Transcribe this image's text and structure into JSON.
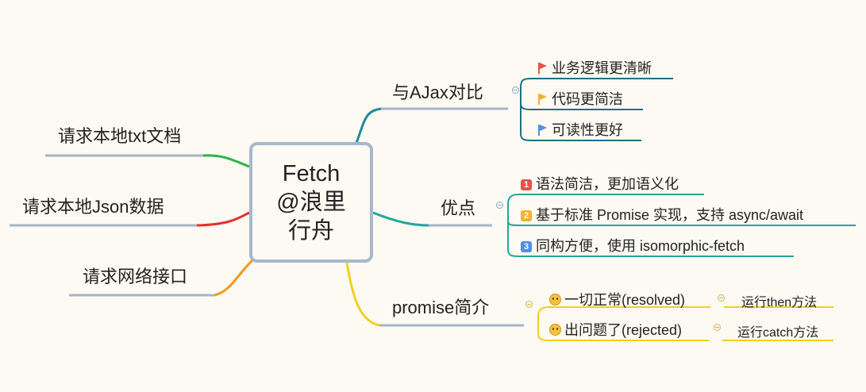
{
  "central_topic": {
    "line1": "Fetch",
    "line2": "@浪里",
    "line3": "行舟"
  },
  "left_branches": [
    {
      "label": "请求本地txt文档"
    },
    {
      "label": "请求本地Json数据"
    },
    {
      "label": "请求网络接口"
    }
  ],
  "right_branches": {
    "ajax": {
      "label": "与AJax对比",
      "items": [
        {
          "label": "业务逻辑更清晰",
          "flag_color": "#e5524c"
        },
        {
          "label": "代码更简洁",
          "flag_color": "#f2b233"
        },
        {
          "label": "可读性更好",
          "flag_color": "#4d90e8"
        }
      ]
    },
    "advantages": {
      "label": "优点",
      "items": [
        {
          "num": "1",
          "label": "语法简洁，更加语义化",
          "color": "#e5524c"
        },
        {
          "num": "2",
          "label": "基于标准 Promise 实现，支持 async/await",
          "color": "#f2b233"
        },
        {
          "num": "3",
          "label": "同构方便，使用 isomorphic-fetch",
          "color": "#4d90e8"
        }
      ]
    },
    "promise": {
      "label": "promise简介",
      "items": [
        {
          "label": "一切正常(resolved)",
          "result": "运行then方法"
        },
        {
          "label": "出问题了(rejected)",
          "result": "运行catch方法"
        }
      ]
    }
  },
  "colors": {
    "background": "#fdfaf3",
    "center_border": "#a7b8cc",
    "ajax_branch": "#1f8a9a",
    "advantages_branch": "#21a89a",
    "promise_branch": "#f0d020",
    "txt_branch": "#2bb34a",
    "json_branch": "#e6312a",
    "network_branch": "#f39a1d",
    "underline_gray": "#a5b4c6"
  }
}
